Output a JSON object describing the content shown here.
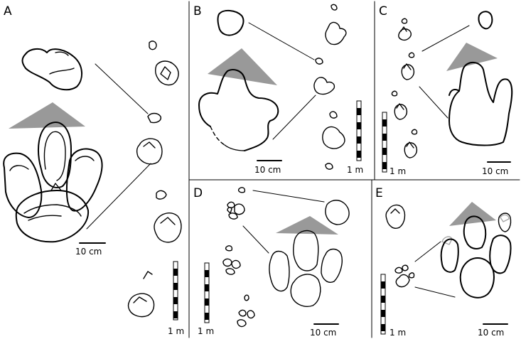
{
  "panels": {
    "A": {
      "letter": "A",
      "scale_small": "10 cm",
      "scale_large": "1 m"
    },
    "B": {
      "letter": "B",
      "scale_small": "10 cm",
      "scale_large": "1 m"
    },
    "C": {
      "letter": "C",
      "scale_small": "10 cm",
      "scale_large": "1 m"
    },
    "D": {
      "letter": "D",
      "scale_small": "10 cm",
      "scale_large": "1 m"
    },
    "E": {
      "letter": "E",
      "scale_small": "10 cm",
      "scale_large": "1 m"
    }
  },
  "colors": {
    "ink": "#000000",
    "direction_arrow": "#999999",
    "background": "#ffffff"
  }
}
